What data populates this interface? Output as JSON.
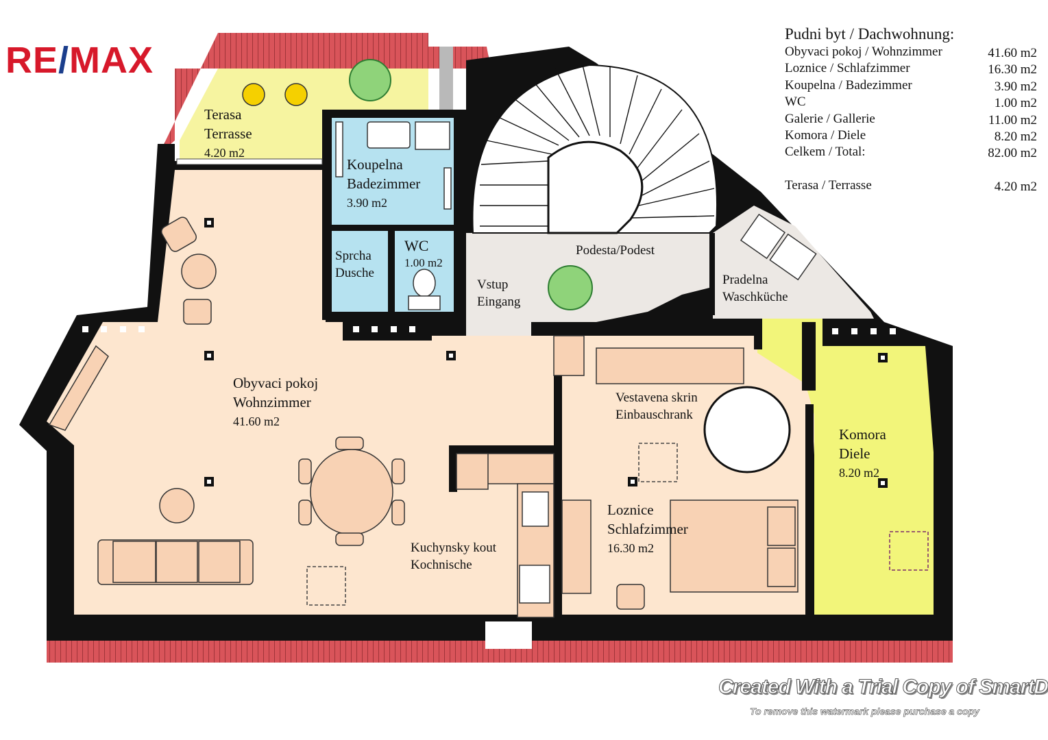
{
  "logo": {
    "text_left": "RE",
    "text_slash": "/",
    "text_right": "MAX",
    "brand_red": "#d7182a",
    "brand_blue": "#1b3e8c"
  },
  "summary": {
    "title": "Pudni byt / Dachwohnung:",
    "rows": [
      {
        "label": "Obyvaci pokoj / Wohnzimmer",
        "value": "41.60 m2"
      },
      {
        "label": "Loznice / Schlafzimmer",
        "value": "16.30 m2"
      },
      {
        "label": "Koupelna / Badezimmer",
        "value": "3.90 m2"
      },
      {
        "label": "WC",
        "value": "1.00 m2"
      },
      {
        "label": "Galerie / Gallerie",
        "value": "11.00 m2"
      },
      {
        "label": "Komora / Diele",
        "value": "8.20 m2"
      },
      {
        "label": "Celkem / Total:",
        "value": "82.00 m2"
      }
    ],
    "terrace": {
      "label": "Terasa / Terrasse",
      "value": "4.20 m2"
    }
  },
  "rooms": {
    "terrace": {
      "line1": "Terasa",
      "line2": "Terrasse",
      "area": "4.20 m2"
    },
    "bathroom": {
      "line1": "Koupelna",
      "line2": "Badezimmer",
      "area": "3.90 m2"
    },
    "shower": {
      "line1": "Sprcha",
      "line2": "Dusche"
    },
    "wc": {
      "line1": "WC",
      "area": "1.00 m2"
    },
    "landing": {
      "line1": "Podesta/Podest"
    },
    "entrance": {
      "line1": "Vstup",
      "line2": "Eingang"
    },
    "laundry": {
      "line1": "Pradelna",
      "line2": "Waschküche"
    },
    "living": {
      "line1": "Obyvaci pokoj",
      "line2": "Wohnzimmer",
      "area": "41.60 m2"
    },
    "wardrobe": {
      "line1": "Vestavena skrin",
      "line2": "Einbauschrank"
    },
    "storage": {
      "line1": "Komora",
      "line2": "Diele",
      "area": "8.20 m2"
    },
    "bedroom": {
      "line1": "Loznice",
      "line2": "Schlafzimmer",
      "area": "16.30 m2"
    },
    "kitchen": {
      "line1": "Kuchynsky kout",
      "line2": "Kochnische"
    }
  },
  "watermark": {
    "line1": "Created With a Trial Copy of SmartDraw",
    "line2": "To remove this watermark please purchase a copy"
  },
  "colors": {
    "wall": "#111111",
    "roof": "#d9545a",
    "floor": "#fde6cf",
    "terrace": "#f6f4a0",
    "bathroom": "#b6e2f0",
    "storage": "#f2f57a",
    "landing": "#ece8e4",
    "furniture": "#f8d2b4"
  }
}
